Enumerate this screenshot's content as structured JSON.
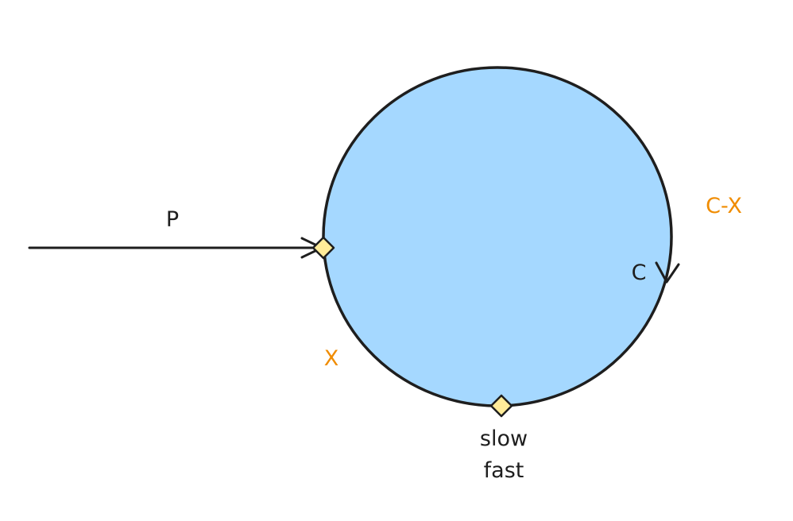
{
  "colors": {
    "stroke": "#1e1e1e",
    "circle_fill": "#a5d8ff",
    "node_fill": "#ffec99",
    "accent": "#f08c00",
    "background": "#ffffff"
  },
  "labels": {
    "tail": "P",
    "cycle": "C",
    "remaining": "C-X",
    "meet_offset": "X",
    "pointer_slow": "slow",
    "pointer_fast": "fast"
  }
}
